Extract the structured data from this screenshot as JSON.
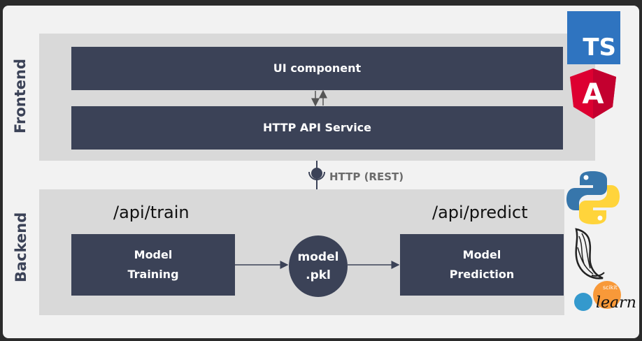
{
  "frontend": {
    "label": "Frontend",
    "ui_component": "UI component",
    "http_service": "HTTP API Service"
  },
  "protocol": {
    "label": "HTTP (REST)"
  },
  "backend": {
    "label": "Backend",
    "train_route": "/api/train",
    "predict_route": "/api/predict",
    "training_line1": "Model",
    "training_line2": "Training",
    "model_line1": "model",
    "model_line2": ".pkl",
    "prediction_line1": "Model",
    "prediction_line2": "Prediction"
  },
  "logos": {
    "typescript": {
      "text": "TS",
      "color": "#2f74c0"
    },
    "angular": {
      "text": "A",
      "color": "#dd0031"
    },
    "python": {
      "icon": "python-logo",
      "blue": "#3776ab",
      "yellow": "#ffd43b"
    },
    "flask": {
      "icon": "flask-logo"
    },
    "sklearn": {
      "text_small": "scikit",
      "text": "learn",
      "orange": "#f89939",
      "blue": "#3499cd"
    }
  },
  "colors": {
    "box": "#3b4257",
    "band": "#d9d9d9",
    "canvas": "#f2f2f2"
  }
}
